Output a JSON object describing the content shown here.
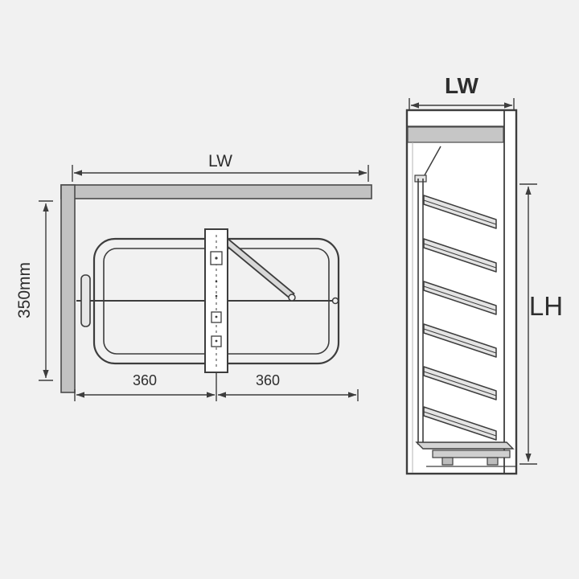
{
  "title": "Pull-out larder unit technical dimension diagram",
  "colors": {
    "background": "#f1f1f1",
    "line": "#3d3d3d",
    "panel_fill": "#c2c2c2",
    "cabinet_fill": "#ffffff",
    "basket_fill": "#e4e4e4",
    "arm_fill": "#d8d8d8"
  },
  "plan_view": {
    "width_dim_label": "LW",
    "depth_dim_label": "350mm",
    "left_segment_label": "360",
    "right_segment_label": "360"
  },
  "front_view": {
    "width_dim_label": "LW",
    "height_dim_label": "LH"
  }
}
